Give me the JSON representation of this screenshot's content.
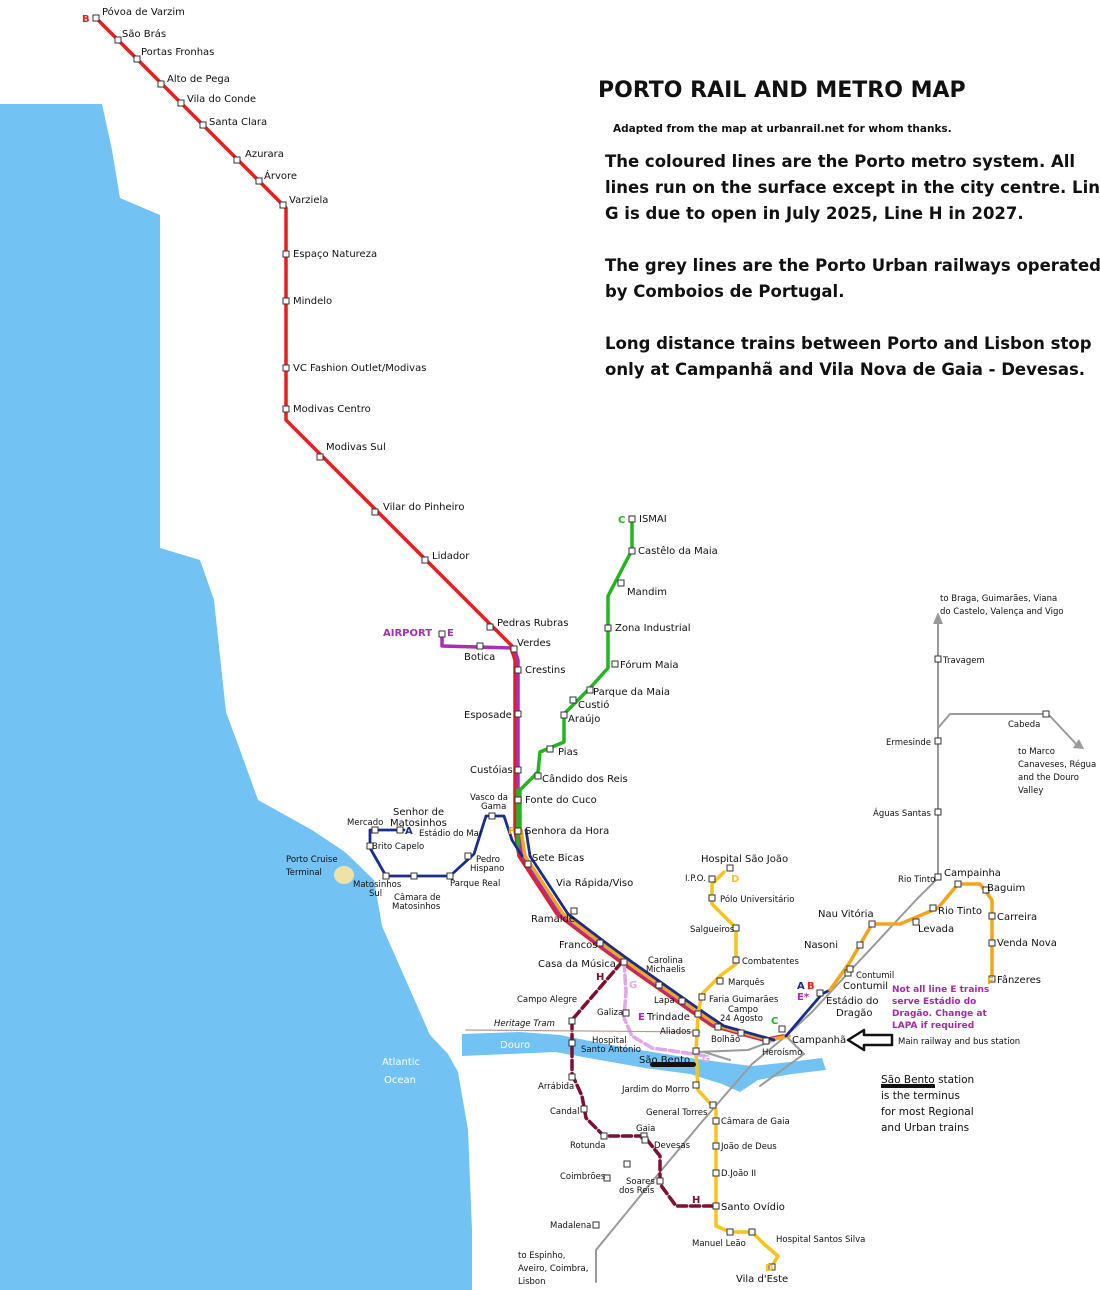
{
  "header": {
    "title": "PORTO RAIL AND METRO MAP",
    "subtitle": "Adapted from the map at urbanrail.net for whom thanks.",
    "paragraphs": [
      [
        "The coloured lines are the Porto metro system. All",
        "lines run on the surface except in the city centre. Line",
        "G is due to open in July 2025, Line H in 2027."
      ],
      [
        "The grey lines are the Porto Urban railways operated",
        "by Comboios de Portugal."
      ],
      [
        "Long distance trains between Porto and Lisbon stop",
        "only at Campanhã and Vila Nova de Gaia - Devesas."
      ]
    ]
  },
  "colors": {
    "sea": "#73c2f4",
    "line_a": "#1a2d8c",
    "line_b": "#e4211b",
    "line_c": "#22b51f",
    "line_d": "#f7c31c",
    "line_e": "#a72fb0",
    "line_f": "#f2a51d",
    "line_g": "#e3a6e6",
    "line_h": "#7c1230",
    "rail": "#9a9a9a",
    "beach": "#efe2a8"
  },
  "water_labels": {
    "ocean_line1": "Atlantic",
    "ocean_line2": "Ocean",
    "river": "Douro"
  },
  "line_letters": {
    "b": "B",
    "c_top": "C",
    "c_bottom": "C",
    "d_top": "D",
    "d_bottom": "D",
    "e_airport": "E",
    "e_trindade": "E",
    "f_bottom": "F",
    "f_top": "F",
    "g_top": "G",
    "g_bottom": "G",
    "h_top": "H",
    "h_bottom": "H",
    "a_matosinhos": "A",
    "a_dragao": "A",
    "b_dragao": "B",
    "e_star": "E*"
  },
  "stations": {
    "povoa": "Póvoa de Varzim",
    "sao_bras": "São Brás",
    "portas_fronhas": "Portas Fronhas",
    "alto_pega": "Alto de Pega",
    "vila_conde": "Vila do Conde",
    "santa_clara": "Santa Clara",
    "azurara": "Azurara",
    "arvore": "Árvore",
    "varziela": "Varziela",
    "espaco_natureza": "Espaço Natureza",
    "mindelo": "Mindelo",
    "vc_fashion": "VC Fashion Outlet/Modivas",
    "modivas_centro": "Modivas Centro",
    "modivas_sul": "Modivas Sul",
    "vilar_pinheiro": "Vilar do Pinheiro",
    "lidador": "Lidador",
    "pedras_rubras": "Pedras Rubras",
    "verdes": "Verdes",
    "botica": "Botica",
    "airport": "AIRPORT",
    "crestins": "Crestins",
    "esposade": "Esposade",
    "custoias": "Custóias",
    "fonte_cuco": "Fonte do Cuco",
    "senhora_hora": "Senhora da Hora",
    "sete_bicas": "Sete Bicas",
    "via_rapida": "Via Rápida/Viso",
    "ramalde": "Ramalde",
    "francos": "Francos",
    "casa_musica": "Casa da Música",
    "carolina_1": "Carolina",
    "carolina_2": "Michaelis",
    "lapa": "Lapa",
    "trindade": "Trindade",
    "aliados": "Aliados",
    "sao_bento": "São Bento",
    "faria_guimaraes": "Faria Guimarães",
    "bolhao": "Bolhão",
    "campo_1": "Campo",
    "campo_2": "24 Agosto",
    "heroismo": "Heroísmo",
    "campanha": "Campanhã",
    "estadio_dragao_1": "Estádio do",
    "estadio_dragao_2": "Dragão",
    "contumil": "Contumil",
    "contumil_rail": "Contumil",
    "ismai": "ISMAI",
    "castelo_maia": "Castêlo da Maia",
    "mandim": "Mandim",
    "zona_industrial": "Zona Industrial",
    "forum_maia": "Fórum Maia",
    "parque_maia": "Parque da Maia",
    "custio": "Custió",
    "araujo": "Araújo",
    "pias": "Pias",
    "candido_reis": "Cândido dos Reis",
    "hospital_sao_joao": "Hospital São João",
    "ipo": "I.P.O.",
    "polo_universitario": "Pólo Universitário",
    "salgueiros": "Salgueiros",
    "combatentes": "Combatentes",
    "marques": "Marquês",
    "jardim_morro": "Jardim do Morro",
    "general_torres": "General Torres",
    "camara_gaia": "Câmara de Gaia",
    "joao_deus": "João de Deus",
    "d_joao": "D.João II",
    "santo_ovidio": "Santo Ovídio",
    "manuel_leao": "Manuel Leão",
    "hospital_santos_silva": "Hospital Santos Silva",
    "vila_este": "Vila d'Este",
    "nau_vitoria": "Nau Vitória",
    "nasoni": "Nasoni",
    "levada": "Levada",
    "rio_tinto_metro": "Rio Tinto",
    "rio_tinto_rail": "Rio Tinto",
    "campainha": "Campainha",
    "baguim": "Baguim",
    "carreira": "Carreira",
    "venda_nova": "Venda Nova",
    "fanzeres": "Fânzeres",
    "mercado": "Mercado",
    "senhor_mat_1": "Senhor de",
    "senhor_mat_2": "Matosinhos",
    "estadio_mar": "Estádio do Mar",
    "brito_capelo": "Brito Capelo",
    "matosinhos_sul_1": "Matosinhos",
    "matosinhos_sul_2": "Sul",
    "camara_mat_1": "Câmara de",
    "camara_mat_2": "Matosinhos",
    "parque_real": "Parque Real",
    "pedro_hispano_1": "Pedro",
    "pedro_hispano_2": "Hispano",
    "vasco_gama_1": "Vasco da",
    "vasco_gama_2": "Gama",
    "porto_cruise_1": "Porto Cruise",
    "porto_cruise_2": "Terminal",
    "campo_alegre": "Campo Alegre",
    "galiza": "Galiza",
    "hospital_sa_1": "Hospital",
    "hospital_sa_2": "Santo António",
    "arrabida": "Arrábida",
    "candal": "Candal",
    "rotunda": "Rotunda",
    "gaia": "Gaia",
    "devesas": "Devesas",
    "coimbroes": "Coimbrões",
    "soares_reis_1": "Soares",
    "soares_reis_2": "dos Reis",
    "madalena": "Madalena",
    "ermesinde": "Ermesinde",
    "travagem": "Travagem",
    "cabeda": "Cabeda",
    "aguas_santas": "Águas Santas"
  },
  "labels": {
    "heritage_tram": "Heritage Tram",
    "to_braga": [
      "to Braga, Guimarães, Viana",
      "do Castelo, Valença and Vigo"
    ],
    "to_marco": [
      "to Marco",
      "Canaveses, Régua",
      "and the Douro",
      "Valley"
    ],
    "to_espinho": [
      "to Espinho,",
      "Aveiro, Coimbra,",
      "Lisbon"
    ],
    "main_station": "Main railway and bus station",
    "sao_bento_note_1": "São Bento",
    "sao_bento_note_1b": " station",
    "sao_bento_note_2": [
      "is the terminus",
      "for most Regional",
      "and Urban trains"
    ],
    "line_e_note": [
      "Not all line E trains",
      "serve Estádio do",
      "Dragão. Change at",
      "LAPA if required"
    ]
  }
}
